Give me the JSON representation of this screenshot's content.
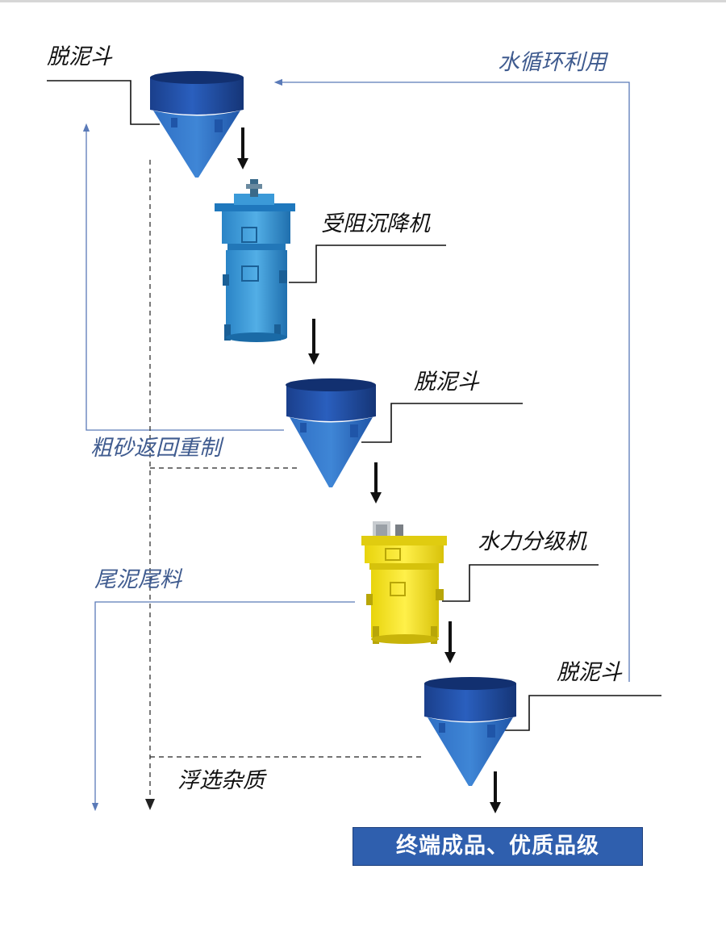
{
  "labels": {
    "desliming_hopper_1": "脱泥斗",
    "water_recycle": "水循环利用",
    "hindered_settler": "受阻沉降机",
    "desliming_hopper_2": "脱泥斗",
    "coarse_sand_return": "粗砂返回重制",
    "hydraulic_classifier": "水力分级机",
    "tailings_slime": "尾泥尾料",
    "desliming_hopper_3": "脱泥斗",
    "flotation_impurities": "浮选杂质",
    "final_product": "终端成品、优质品级"
  },
  "colors": {
    "hopper_blue": "#1f4fa6",
    "settler_cyan": "#2f8fd0",
    "classifier_yellow": "#f2e21c",
    "flow_line_blue": "#5a7ab8",
    "label_blue": "#3f5b8f",
    "final_box_blue": "#2f5fae"
  },
  "icons": [
    "desliming-hopper-icon",
    "hindered-settler-machine-icon",
    "hydraulic-classifier-machine-icon",
    "down-arrow-icon"
  ]
}
